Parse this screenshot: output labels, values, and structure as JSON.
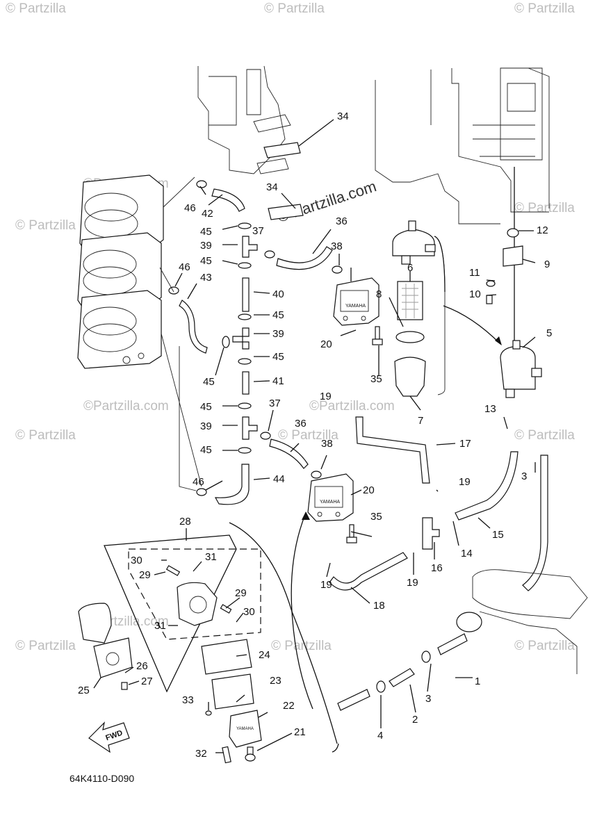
{
  "watermark": {
    "text": "© Partzilla",
    "center_text": "© Partzilla.com",
    "corner_text": "©Partzilla.com"
  },
  "diagram_code": "64K4110-D090",
  "fwd_label": "FWD",
  "brand_label": "YAMAHA",
  "callouts": {
    "n1": "1",
    "n2": "2",
    "n3a": "3",
    "n3b": "3",
    "n4": "4",
    "n5": "5",
    "n6": "6",
    "n7": "7",
    "n8": "8",
    "n9": "9",
    "n10": "10",
    "n11": "11",
    "n12": "12",
    "n13": "13",
    "n14": "14",
    "n15": "15",
    "n16": "16",
    "n17": "17",
    "n18": "18",
    "n19a": "19",
    "n19b": "19",
    "n19c": "19",
    "n19d": "19",
    "n20a": "20",
    "n20b": "20",
    "n21": "21",
    "n22": "22",
    "n23": "23",
    "n24": "24",
    "n25": "25",
    "n26": "26",
    "n27": "27",
    "n28": "28",
    "n29a": "29",
    "n29b": "29",
    "n30a": "30",
    "n30b": "30",
    "n31a": "31",
    "n31b": "31",
    "n32": "32",
    "n33": "33",
    "n34a": "34",
    "n34b": "34",
    "n35a": "35",
    "n35b": "35",
    "n36a": "36",
    "n36b": "36",
    "n37a": "37",
    "n37b": "37",
    "n38a": "38",
    "n38b": "38",
    "n39a": "39",
    "n39b": "39",
    "n39c": "39",
    "n40": "40",
    "n41": "41",
    "n42": "42",
    "n43": "43",
    "n44": "44",
    "n45a": "45",
    "n45b": "45",
    "n45c": "45",
    "n45d": "45",
    "n45e": "45",
    "n45f": "45",
    "n45g": "45",
    "n45h": "45",
    "n46a": "46",
    "n46b": "46",
    "n46c": "46"
  }
}
